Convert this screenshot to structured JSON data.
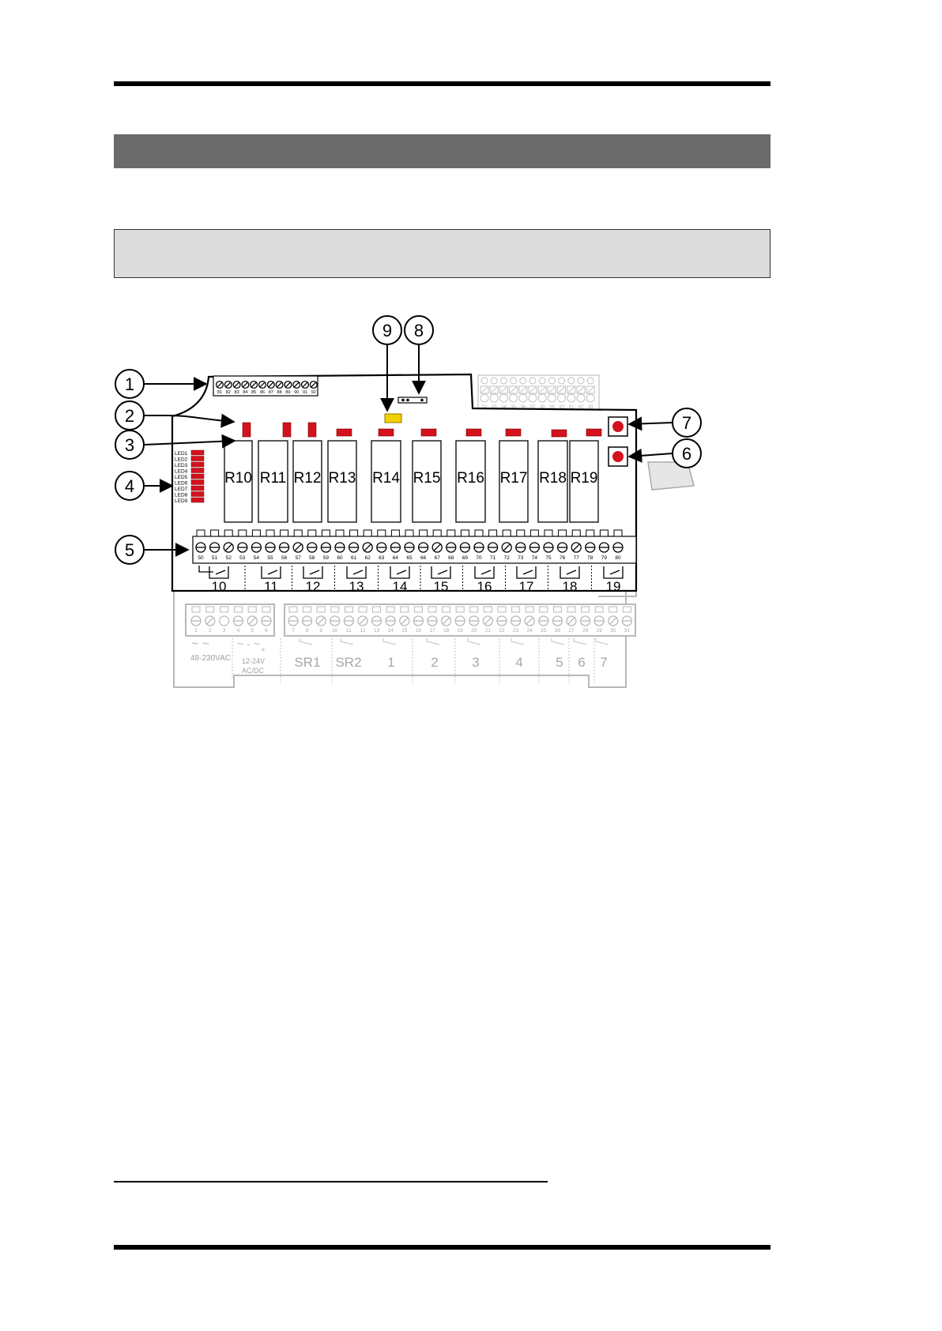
{
  "callouts": [
    "1",
    "2",
    "3",
    "4",
    "5",
    "6",
    "7",
    "8",
    "9"
  ],
  "relays": [
    "R10",
    "R11",
    "R12",
    "R13",
    "R14",
    "R15",
    "R16",
    "R17",
    "R18",
    "R19"
  ],
  "led_labels": [
    "LED1",
    "LED2",
    "LED3",
    "LED4",
    "LED5",
    "LED6",
    "LED7",
    "LED8",
    "LED9"
  ],
  "top_terminal_numbers": [
    "81",
    "82",
    "83",
    "84",
    "85",
    "86",
    "87",
    "88",
    "89",
    "90",
    "91",
    "92"
  ],
  "right_terminal_numbers": [
    "32",
    "33",
    "34",
    "35",
    "36",
    "37",
    "38",
    "39",
    "40",
    "41",
    "42",
    "43"
  ],
  "main_terminal_numbers": [
    "50",
    "51",
    "52",
    "53",
    "54",
    "55",
    "56",
    "57",
    "58",
    "59",
    "60",
    "61",
    "62",
    "63",
    "64",
    "65",
    "66",
    "67",
    "68",
    "69",
    "70",
    "71",
    "72",
    "73",
    "74",
    "75",
    "76",
    "77",
    "78",
    "79",
    "80"
  ],
  "relay_groups": [
    "10",
    "11",
    "12",
    "13",
    "14",
    "15",
    "16",
    "17",
    "18",
    "19"
  ],
  "lower_left_numbers": [
    "1",
    "2",
    "3",
    "4",
    "5",
    "6"
  ],
  "lower_main_numbers": [
    "7",
    "8",
    "9",
    "10",
    "11",
    "12",
    "13",
    "14",
    "15",
    "16",
    "17",
    "18",
    "19",
    "20",
    "21",
    "22",
    "23",
    "24",
    "25",
    "26",
    "27",
    "28",
    "29",
    "30",
    "31"
  ],
  "lower_groups": [
    "SR1",
    "SR2",
    "1",
    "2",
    "3",
    "4",
    "5",
    "6",
    "7"
  ],
  "supply_labels": {
    "ac": "48-230VAC",
    "dc_volt": "12-24V",
    "dc_type": "AC/DC",
    "wave": "~ ~",
    "dc_symbols": "~ - ~",
    "plus": "+"
  },
  "colors": {
    "led_red": "#d4121e",
    "led_yellow": "#f5d000",
    "header_band": "#6b6b6b",
    "sub_band": "#dcdcdc",
    "faded": "#b8b8b8"
  }
}
